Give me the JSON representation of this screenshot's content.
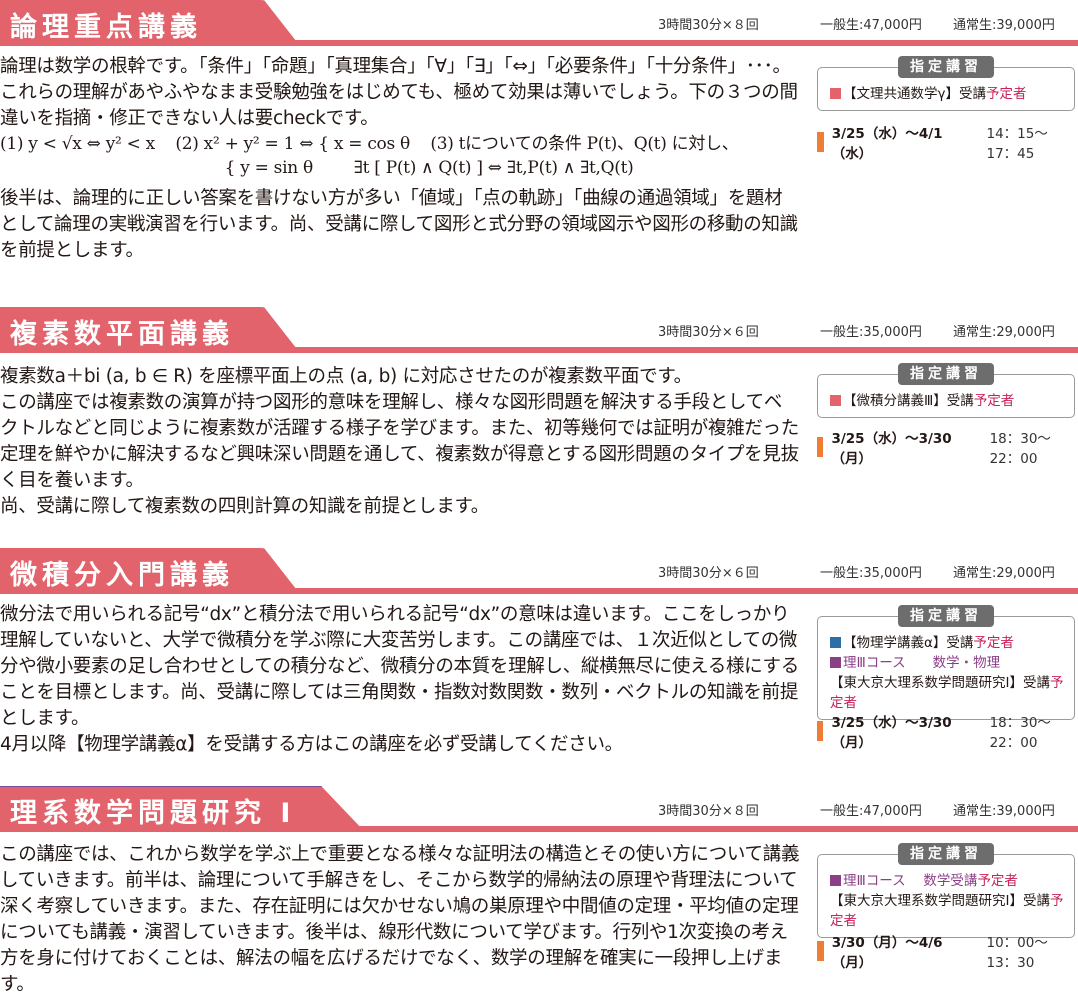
{
  "sections": [
    {
      "title": "論理重点講義",
      "schedule": "3時間30分×８回",
      "price_general": "一般生:47,000円",
      "price_regular": "通常生:39,000円",
      "body": [
        "論理は数学の根幹です。「条件」「命題」「真理集合」「∀」「∃」「⇔」「必要条件」「十分条件」･･･。これらの理解があやふやなまま受験勉強をはじめても、極めて効果は薄いでしょう。下の３つの間違いを指摘・修正できない人は要checkです。"
      ],
      "math": [
        "(1) y < √x ⇔ y² < x    (2) x² + y² = 1 ⇔ { x = cos θ    (3) tについての条件 P(t)、Q(t) に対し、",
        "                                            { y = sin θ        ∃t [ P(t) ∧ Q(t) ] ⇔ ∃t,P(t) ∧ ∃t,Q(t)"
      ],
      "body2": "後半は、論理的に正しい答案を書けない方が多い「値域」「点の軌跡」「曲線の通過領域」を題材として論理の実戦演習を行います。尚、受講に際して図形と式分野の領域図示や図形の移動の知識を前提とします。",
      "badge": "指定講習",
      "designated": [
        {
          "color": "#e2636b",
          "text": "【文理共通数学γ】受講",
          "tail": "予定者"
        }
      ],
      "date": "3/25（水）～4/1（水）",
      "time": "14：15～17：45"
    },
    {
      "title": "複素数平面講義",
      "schedule": "3時間30分×６回",
      "price_general": "一般生:35,000円",
      "price_regular": "通常生:29,000円",
      "body": [
        "複素数a＋bi (a, b ∈ R) を座標平面上の点 (a, b) に対応させたのが複素数平面です。",
        "この講座では複素数の演算が持つ図形的意味を理解し、様々な図形問題を解決する手段としてベクトルなどと同じように複素数が活躍する様子を学びます。また、初等幾何では証明が複雑だった定理を鮮やかに解決するなど興味深い問題を通して、複素数が得意とする図形問題のタイプを見抜く目を養います。",
        "尚、受講に際して複素数の四則計算の知識を前提とします。"
      ],
      "badge": "指定講習",
      "designated": [
        {
          "color": "#e2636b",
          "text": "【微積分講義Ⅲ】受講",
          "tail": "予定者"
        }
      ],
      "date": "3/25（水）～3/30（月）",
      "time": "18：30～22：00"
    },
    {
      "title": "微積分入門講義",
      "schedule": "3時間30分×６回",
      "price_general": "一般生:35,000円",
      "price_regular": "通常生:29,000円",
      "body": [
        "微分法で用いられる記号“dx”と積分法で用いられる記号“dx”の意味は違います。ここをしっかり理解していないと、大学で微積分を学ぶ際に大変苦労します。この講座では、１次近似としての微分や微小要素の足し合わせとしての積分など、微積分の本質を理解し、縦横無尽に使える様にすることを目標とします。尚、受講に際しては三角関数・指数対数関数・数列・ベクトルの知識を前提とします。",
        "4月以降【物理学講義α】を受講する方はこの講座を必ず受講してください。"
      ],
      "badge": "指定講習",
      "designated": [
        {
          "color": "#2a6fa8",
          "text": "【物理学講義α】受講",
          "tail": "予定者"
        },
        {
          "color": "#8b3f87",
          "text": "理Ⅲコース　　数学・物理",
          "tail": ""
        },
        {
          "color": "",
          "text": "【東大京大理系数学問題研究Ⅰ】受講",
          "tail": "予定者"
        }
      ],
      "date": "3/25（水）～3/30（月）",
      "time": "18：30～22：00"
    },
    {
      "title": "理系数学問題研究 Ⅰ",
      "schedule": "3時間30分×８回",
      "price_general": "一般生:47,000円",
      "price_regular": "通常生:39,000円",
      "body": [
        "この講座では、これから数学を学ぶ上で重要となる様々な証明法の構造とその使い方について講義していきます。前半は、論理について手解きをし、そこから数学的帰納法の原理や背理法について深く考察していきます。また、存在証明には欠かせない鳩の巣原理や中間値の定理・平均値の定理についても講義・演習していきます。後半は、線形代数について学びます。行列や1次変換の考え方を身に付けておくことは、解法の幅を広げるだけでなく、数学の理解を確実に一段押し上げます。"
      ],
      "badge": "指定講習",
      "designated": [
        {
          "color": "#8b3f87",
          "text": "理Ⅲコース　 数学受講",
          "tail": "予定者"
        },
        {
          "color": "",
          "text": "【東大京大理系数学問題研究Ⅰ】受講",
          "tail": "予定者"
        }
      ],
      "date": "3/30（月）～4/6（月）",
      "time": "10：00～13：30"
    }
  ]
}
